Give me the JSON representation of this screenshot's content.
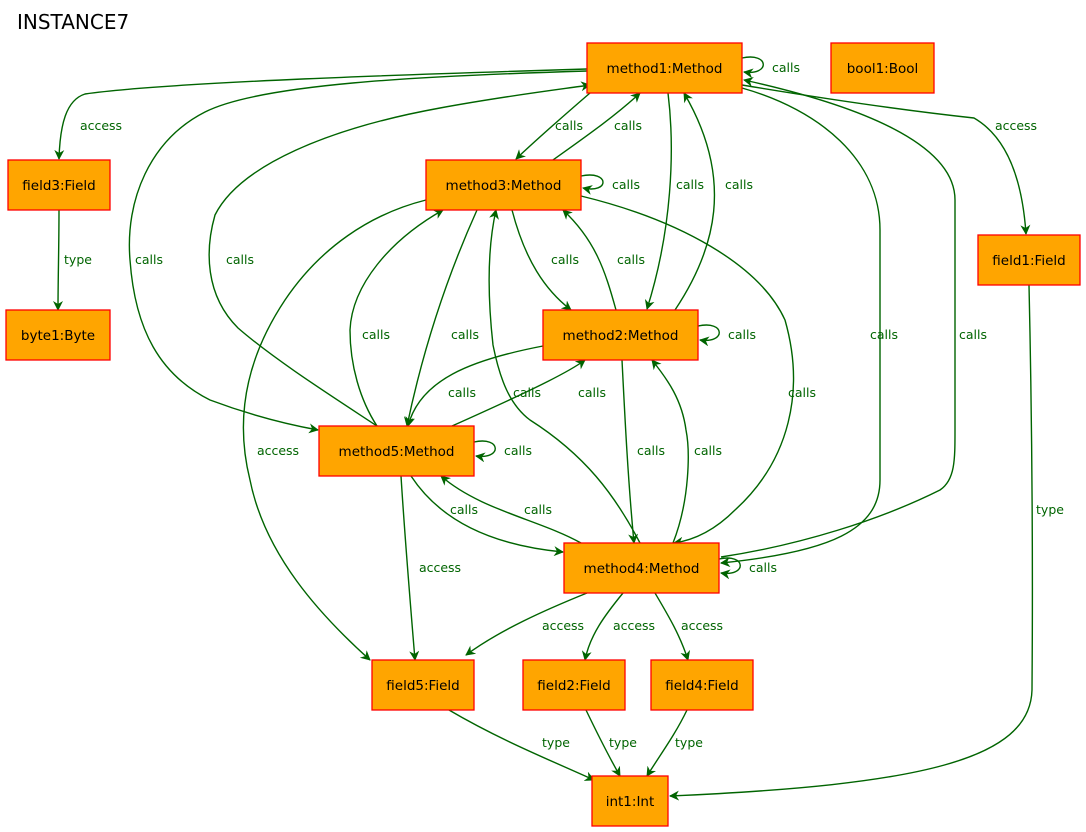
{
  "title": "INSTANCE7",
  "colors": {
    "node_fill": "#ffa500",
    "node_stroke": "#ff0000",
    "edge": "#006400",
    "text": "#000000"
  },
  "nodes": [
    {
      "id": "method1",
      "label": "method1:Method"
    },
    {
      "id": "bool1",
      "label": "bool1:Bool"
    },
    {
      "id": "field3",
      "label": "field3:Field"
    },
    {
      "id": "method3",
      "label": "method3:Method"
    },
    {
      "id": "field1",
      "label": "field1:Field"
    },
    {
      "id": "byte1",
      "label": "byte1:Byte"
    },
    {
      "id": "method2",
      "label": "method2:Method"
    },
    {
      "id": "method5",
      "label": "method5:Method"
    },
    {
      "id": "method4",
      "label": "method4:Method"
    },
    {
      "id": "field5",
      "label": "field5:Field"
    },
    {
      "id": "field2",
      "label": "field2:Field"
    },
    {
      "id": "field4",
      "label": "field4:Field"
    },
    {
      "id": "int1",
      "label": "int1:Int"
    }
  ],
  "edges": [
    {
      "id": "m1-m1",
      "from": "method1",
      "to": "method1",
      "label": "calls"
    },
    {
      "id": "m1-f3",
      "from": "method1",
      "to": "field3",
      "label": "access"
    },
    {
      "id": "m1-f1",
      "from": "method1",
      "to": "field1",
      "label": "access"
    },
    {
      "id": "m1-m3",
      "from": "method1",
      "to": "method3",
      "label": "calls"
    },
    {
      "id": "m3-m1",
      "from": "method3",
      "to": "method1",
      "label": "calls"
    },
    {
      "id": "m1-m2",
      "from": "method1",
      "to": "method2",
      "label": "calls"
    },
    {
      "id": "m2-m1",
      "from": "method2",
      "to": "method1",
      "label": "calls"
    },
    {
      "id": "m1-m5",
      "from": "method1",
      "to": "method5",
      "label": "calls"
    },
    {
      "id": "m5-m1",
      "from": "method5",
      "to": "method1",
      "label": "calls"
    },
    {
      "id": "m1-m4",
      "from": "method1",
      "to": "method4",
      "label": "calls"
    },
    {
      "id": "m4-m1",
      "from": "method4",
      "to": "method1",
      "label": "calls"
    },
    {
      "id": "m3-m3",
      "from": "method3",
      "to": "method3",
      "label": "calls"
    },
    {
      "id": "m3-f5",
      "from": "method3",
      "to": "field5",
      "label": "access"
    },
    {
      "id": "m3-m2",
      "from": "method3",
      "to": "method2",
      "label": "calls"
    },
    {
      "id": "m2-m3",
      "from": "method2",
      "to": "method3",
      "label": "calls"
    },
    {
      "id": "m3-m5",
      "from": "method3",
      "to": "method5",
      "label": "calls"
    },
    {
      "id": "m5-m3",
      "from": "method5",
      "to": "method3",
      "label": "calls"
    },
    {
      "id": "m3-m4",
      "from": "method3",
      "to": "method4",
      "label": "calls"
    },
    {
      "id": "m4-m3",
      "from": "method4",
      "to": "method3",
      "label": "calls"
    },
    {
      "id": "m2-m2",
      "from": "method2",
      "to": "method2",
      "label": "calls"
    },
    {
      "id": "m2-m5",
      "from": "method2",
      "to": "method5",
      "label": "calls"
    },
    {
      "id": "m5-m2",
      "from": "method5",
      "to": "method2",
      "label": "calls"
    },
    {
      "id": "m2-m4",
      "from": "method2",
      "to": "method4",
      "label": "calls"
    },
    {
      "id": "m4-m2",
      "from": "method4",
      "to": "method2",
      "label": "calls"
    },
    {
      "id": "m5-m5",
      "from": "method5",
      "to": "method5",
      "label": "calls"
    },
    {
      "id": "m5-m4",
      "from": "method5",
      "to": "method4",
      "label": "calls"
    },
    {
      "id": "m4-m5",
      "from": "method4",
      "to": "method5",
      "label": "calls"
    },
    {
      "id": "m5-f5",
      "from": "method5",
      "to": "field5",
      "label": "access"
    },
    {
      "id": "m4-m4",
      "from": "method4",
      "to": "method4",
      "label": "calls"
    },
    {
      "id": "m4-f5",
      "from": "method4",
      "to": "field5",
      "label": "access"
    },
    {
      "id": "m4-f2",
      "from": "method4",
      "to": "field2",
      "label": "access"
    },
    {
      "id": "m4-f4",
      "from": "method4",
      "to": "field4",
      "label": "access"
    },
    {
      "id": "f3-b1",
      "from": "field3",
      "to": "byte1",
      "label": "type"
    },
    {
      "id": "f1-i1",
      "from": "field1",
      "to": "int1",
      "label": "type"
    },
    {
      "id": "f5-i1",
      "from": "field5",
      "to": "int1",
      "label": "type"
    },
    {
      "id": "f2-i1",
      "from": "field2",
      "to": "int1",
      "label": "type"
    },
    {
      "id": "f4-i1",
      "from": "field4",
      "to": "int1",
      "label": "type"
    }
  ]
}
